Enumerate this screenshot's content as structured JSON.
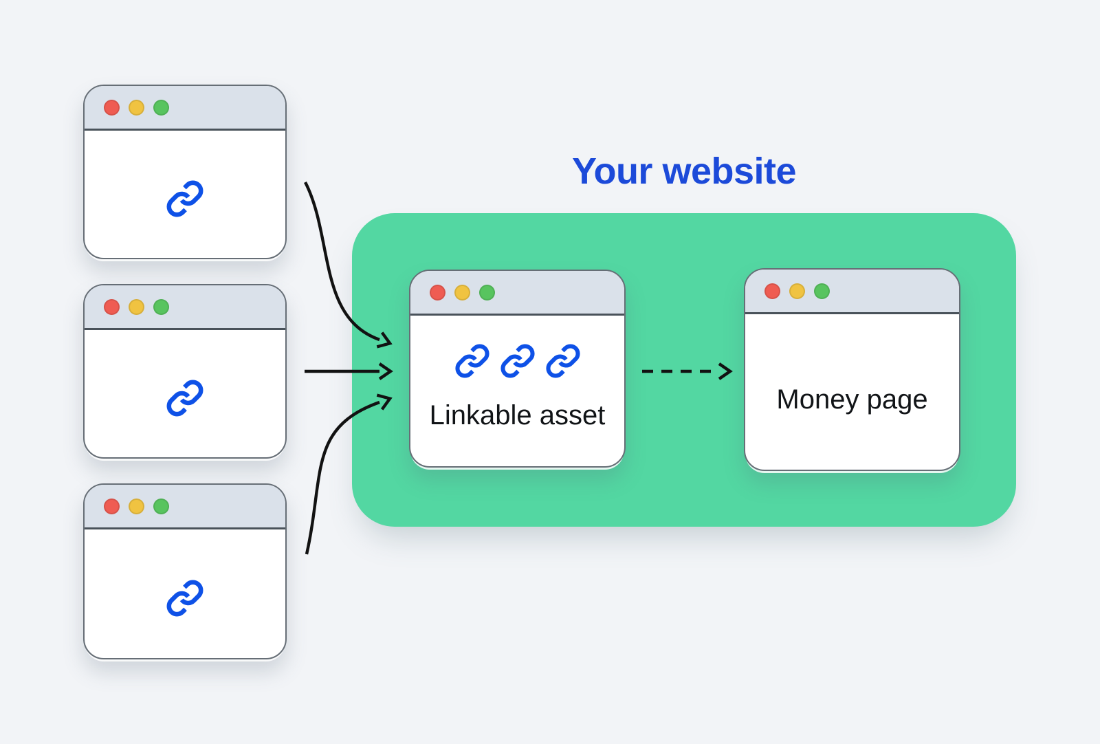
{
  "background_color": "#f2f4f7",
  "title": {
    "label": "Your website",
    "color": "#1c4ad9"
  },
  "your_website_panel": {
    "fill": "#53d7a2"
  },
  "referrer_windows": [
    {
      "name": "referrer-window-1",
      "icon": "link-icon"
    },
    {
      "name": "referrer-window-2",
      "icon": "link-icon"
    },
    {
      "name": "referrer-window-3",
      "icon": "link-icon"
    }
  ],
  "linkable_asset_window": {
    "label": "Linkable asset",
    "icon": "link-icon",
    "icon_count": 3
  },
  "money_page_window": {
    "label": "Money page"
  },
  "window_chrome": {
    "traffic_light_colors": [
      "#ef5c52",
      "#f0c341",
      "#58c45f"
    ],
    "titlebar_color": "#dae1ea",
    "border_color": "#666e76"
  },
  "link_icon_color": "#0e51e7",
  "arrows": {
    "color": "#121212",
    "from_referrers_to_linkable_asset": 3,
    "from_linkable_asset_to_money_page": {
      "style": "dashed",
      "count": 1
    }
  }
}
